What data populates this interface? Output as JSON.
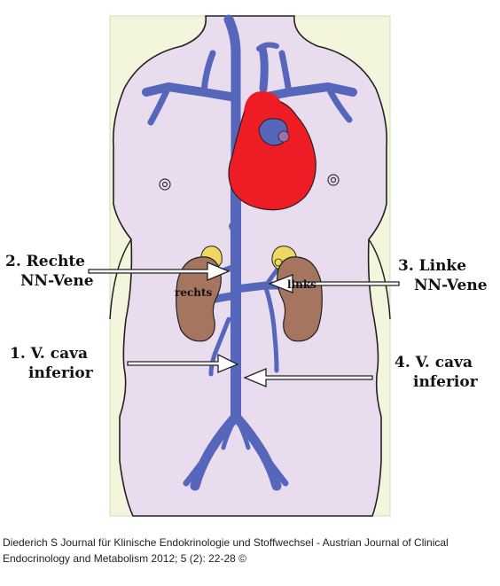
{
  "labels": {
    "right_adrenal_vein": {
      "line1": "2. Rechte",
      "line2": "NN-Vene"
    },
    "left_adrenal_vein": {
      "line1": "3. Linke",
      "line2": "NN-Vene"
    },
    "vena_cava_1": {
      "line1": "1. V. cava",
      "line2": "inferior"
    },
    "vena_cava_4": {
      "line1": "4. V. cava",
      "line2": "inferior"
    }
  },
  "kidney_labels": {
    "right": "rechts",
    "left": "links"
  },
  "caption": "Diederich S Journal für Klinische Endokrinologie und Stoffwechsel - Austrian Journal of Clinical Endocrinology and Metabolism 2012; 5 (2): 22-28 ©",
  "colors": {
    "body": "#e8dcee",
    "background_panel": "#f3f5dc",
    "vein": "#5566bb",
    "heart": "#ee1c24",
    "heart_vessels": "#5566bb",
    "kidney": "#a57560",
    "adrenal": "#efd861"
  }
}
